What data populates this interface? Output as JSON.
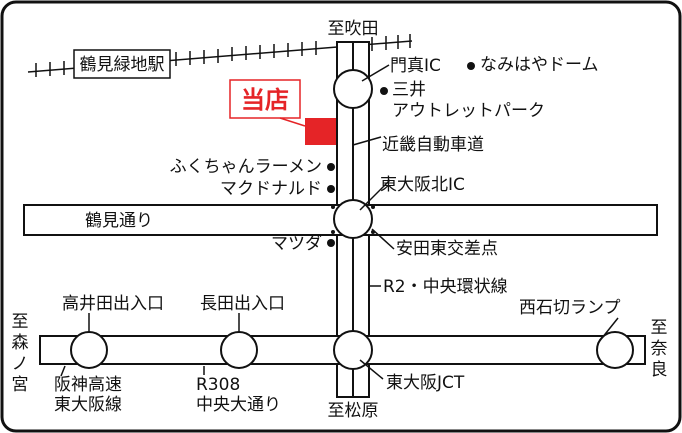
{
  "colors": {
    "line": "#111111",
    "road_fill": "#ffffff",
    "store": "#e52427",
    "background": "#ffffff"
  },
  "store": {
    "label": "当店"
  },
  "destinations": {
    "north": "至吹田",
    "south": "至松原",
    "west": [
      "至",
      "森",
      "ノ",
      "宮"
    ],
    "east": [
      "至",
      "奈",
      "良"
    ]
  },
  "railway": {
    "station": "鶴見緑地駅"
  },
  "roads": {
    "tsurumi": "鶴見通り",
    "kinki": "近畿自動車道",
    "r2": "R2・中央環状線",
    "r308": [
      "R308",
      "中央大通り"
    ],
    "hanshin": [
      "阪神高速",
      "東大阪線"
    ]
  },
  "interchanges": {
    "kadoma": "門真IC",
    "higashi_osaka_kita": "東大阪北IC",
    "higashi_osaka_jct": "東大阪JCT",
    "takaida": "高井田出入口",
    "nagata": "長田出入口",
    "nishiishikiri": "西石切ランプ"
  },
  "landmarks": {
    "namihaya": "なみはやドーム",
    "mitsui": [
      "三井",
      "アウトレットパーク"
    ],
    "fukuchan": "ふくちゃんラーメン",
    "mcdonalds": "マクドナルド",
    "mazda": "マツダ",
    "yasuda": "安田東交差点"
  }
}
